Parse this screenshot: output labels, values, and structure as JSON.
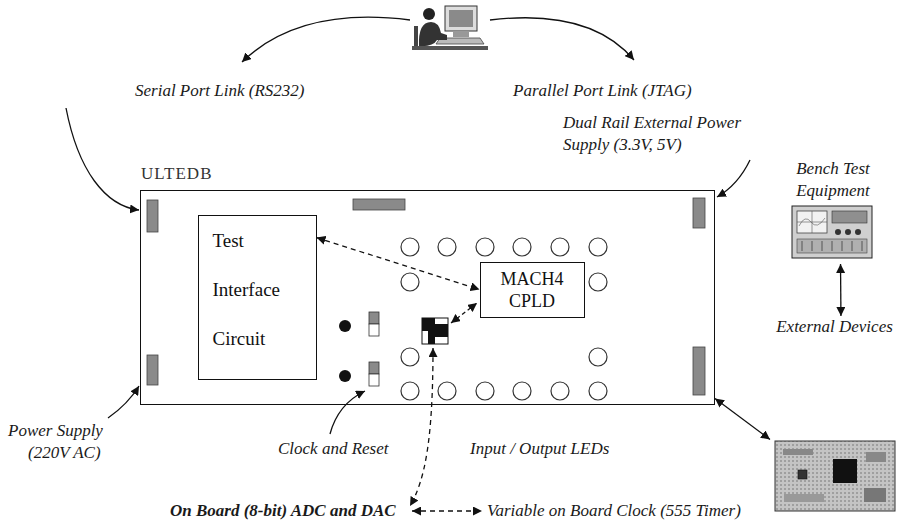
{
  "diagram": {
    "nodes": [
      {
        "text": [
          "ULTEDB"
        ]
      },
      {
        "text": [
          "Test Interface Circuit"
        ],
        "in": 0
      },
      {
        "text": [
          "MACH4 CPLD"
        ],
        "in": 0
      },
      {
        "text": [
          "Bench Test Equipment"
        ]
      },
      {
        "text": [
          "External Devices"
        ]
      }
    ],
    "edges": [
      {
        "from": 1,
        "to": 2,
        "arrow": "both"
      },
      {
        "from": 3,
        "to": 4,
        "arrow": "both"
      },
      {
        "from": 0,
        "to": 4,
        "arrow": "both"
      }
    ],
    "labels": [
      "Serial Port Link (RS232)",
      "Parallel Port Link (JTAG)",
      "Dual Rail External Power Supply (3.3V, 5V)",
      "Power Supply (220V AC)",
      "Clock and Reset",
      "Input / Output LEDs",
      "On Board (8-bit) ADC and DAC",
      "Variable on Board Clock (555 Timer)"
    ]
  }
}
